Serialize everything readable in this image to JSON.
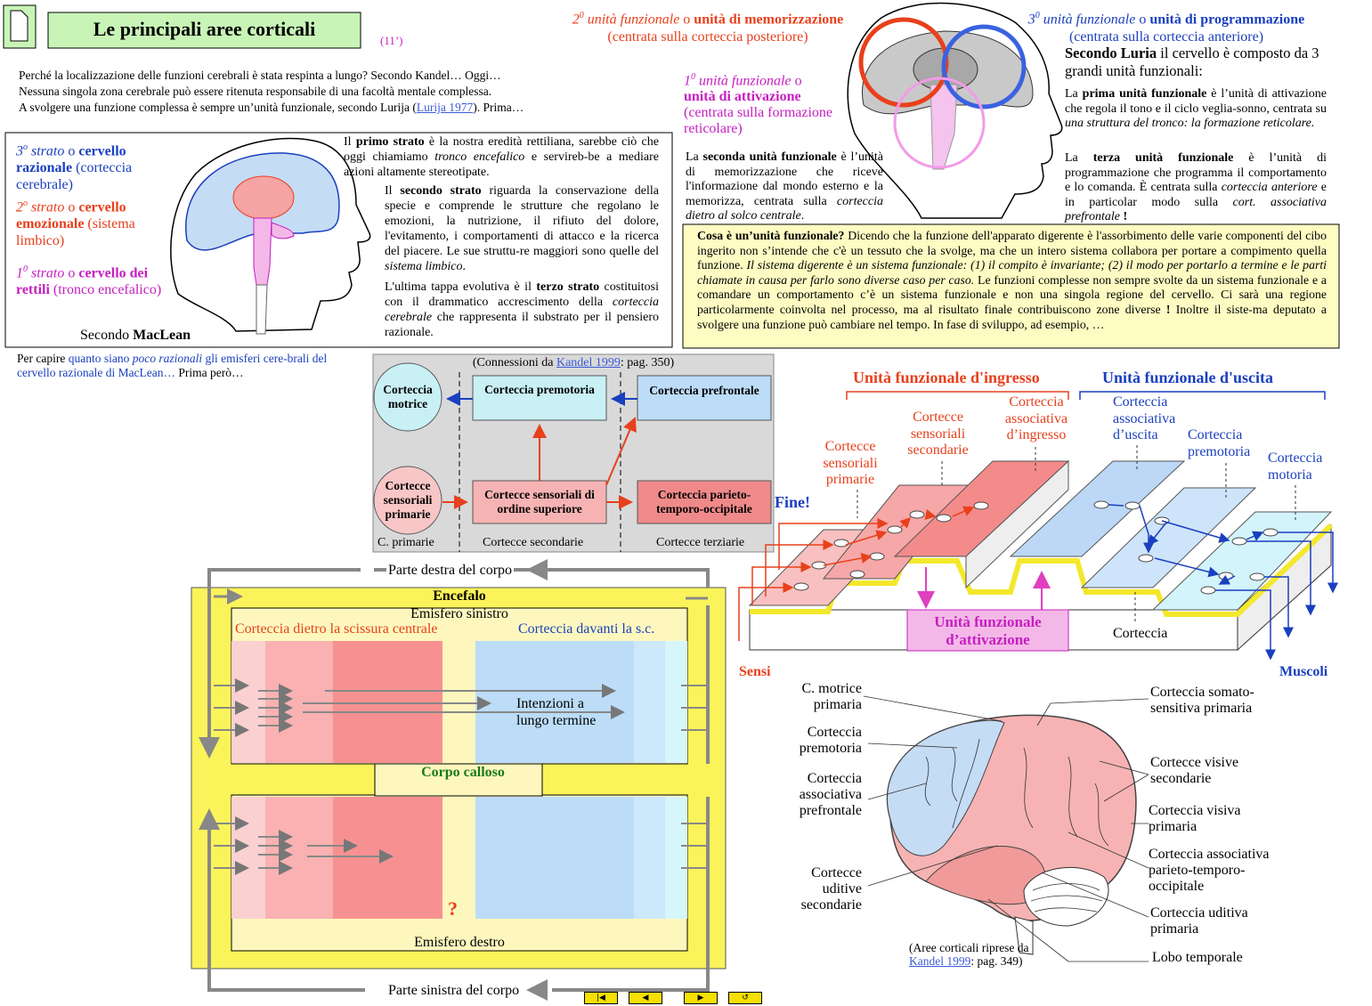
{
  "header": {
    "title": "Le principali aree corticali",
    "duration": "(11’)",
    "intro": [
      "Perché la localizzazione delle funzioni cerebrali è stata respinta a lungo?  Secondo Kandel…    Oggi…",
      "Nessuna singola zona cerebrale può essere ritenuta responsabile di una facoltà mentale complessa.",
      "A svolgere una funzione complessa è sempre un’unità funzionale, secondo Lurija ("
    ],
    "intro_link": "Lurija 1977",
    "intro_tail": ").   Prima…"
  },
  "maclean": {
    "s3_a": "3",
    "s3_b": "o",
    "s3_c": " strato",
    "s3_d": " o ",
    "s3_e": "cervello razionale",
    "s3_f": " (corteccia cerebrale)",
    "s2_a": "2",
    "s2_b": "o",
    "s2_c": " strato",
    "s2_d": " o ",
    "s2_e": "cervello emozionale",
    "s2_f": " (sistema limbico)",
    "s1_a": "1",
    "s1_b": "0",
    "s1_c": " strato",
    "s1_d": " o ",
    "s1_e": "cervello dei rettili",
    "s1_f": " (tronco encefalico)",
    "caption_a": "Secondo ",
    "caption_b": "MacLean",
    "p1_a": "Il ",
    "p1_b": "primo strato",
    "p1_c": " è la nostra eredità rettiliana, sarebbe ciò che oggi chiamiamo ",
    "p1_d": "tronco encefalico",
    "p1_e": "  e servireb-be a mediare azioni altamente stereotipate.",
    "p2_a": "Il ",
    "p2_b": "secondo strato",
    "p2_c": " riguarda la conservazione della specie e comprende le strutture che regolano le emozioni, la nutrizione, il rifiuto del dolore, l'evitamento, i comportamenti di attacco e la ricerca del piacere. Le sue struttu-re maggiori sono quelle del ",
    "p2_d": "sistema limbico",
    "p2_e": ".",
    "p3_a": "L'ultima tappa evolutiva è il ",
    "p3_b": "terzo strato",
    "p3_c": " costituitosi con il drammatico accrescimento della ",
    "p3_d": "corteccia cerebrale",
    "p3_e": " che rappresenta il substrato per il pensiero razionale."
  },
  "below_maclean": {
    "a": "Per capire ",
    "b": "quanto siano ",
    "c": "poco razionali",
    "d": " gli emisferi cere-brali del cervello razionale di MacLean…",
    "e": "  Prima però…"
  },
  "luria": {
    "u2_a": "2",
    "u2_b": "0",
    "u2_c": " unità funzionale",
    "u2_d": " o ",
    "u2_e": "unità di memorizzazione",
    "u2_f": "(centrata sulla corteccia posteriore)",
    "u3_a": "3",
    "u3_b": "0",
    "u3_c": " unità funzionale",
    "u3_d": " o ",
    "u3_e": "unità di programmazione",
    "u3_f": "(centrata sulla corteccia anteriore)",
    "u1_a": "1",
    "u1_b": "0",
    "u1_c": " unità funzionale",
    "u1_d": " o",
    "u1_e": "unità di attivazione",
    "u1_f": "(centrata sulla formazione reticolare)",
    "sec_a": "Secondo Luria",
    "sec_b": " il cervello è composto da 3 grandi unità funzionali:",
    "first_a": "La ",
    "first_b": "prima unità funzionale",
    "first_c": " è l’unità di attivazione che regola il tono e il ciclo veglia-sonno, centrata su ",
    "first_d": "una struttura del tronco: la formazione reticolare.",
    "third_a": "La ",
    "third_b": "terza unità funzionale",
    "third_c": " è l’unità di programmazione che programma il comportamento e lo comanda. È  centrata sulla ",
    "third_d": "corteccia anteriore",
    "third_e": " e in particolar modo sulla ",
    "third_f": "cort. associativa prefrontale",
    "third_g": "  !",
    "second_a": "La ",
    "second_b": "seconda unità funzionale",
    "second_c": " è l’unità di memorizzazione che riceve l'informazione dal mondo esterno e la memorizza,  centrata sulla ",
    "second_d": "corteccia dietro al solco centrale",
    "second_e": "."
  },
  "yellow_note": {
    "q": "Cosa è un’unità funzionale?",
    "t1": " Dicendo che la funzione dell'apparato digerente è l'assorbimento delle varie componenti del cibo ingerito non s’intende che c'è un tessuto che la svolge, ma che un intero sistema collabora per portare a compimento quella funzione. ",
    "t2": "Il sistema digerente è un sistema funzionale: (1) il compito è invariante; (2) il modo per portarlo a termine e le parti chiamate in causa per farlo sono diverse caso per caso.",
    "t3": " Le funzioni complesse non sempre svolte da un sistema funzionale   e a comandare un comportamento c’è un sistema funzionale e non una singola regione del cervello.  Ci  sarà  una  regione particolarmente coinvolta nel processo, ma al risultato finale contribuiscono zone diverse ",
    "t4": "!",
    "t5": " Inoltre il siste-ma deputato a svolgere una funzione può cambiare nel tempo. In fase di sviluppo, ad esempio, …"
  },
  "kandel_diag": {
    "hdr_a": "(Connessioni da ",
    "hdr_link": "Kandel 1999",
    "hdr_b": ": pag. 350)",
    "motor": "Corteccia motrice",
    "premotor": "Corteccia premotoria",
    "prefrontal": "Corteccia prefrontale",
    "primary": "Cortecce sensoriali primarie",
    "higher": "Cortecce sensoriali di ordine superiore",
    "pto": "Corteccia parieto-temporo-occipitale",
    "col1": "C. primarie",
    "col2": "Cortecce secondarie",
    "col3": "Cortecce terziarie"
  },
  "hemi": {
    "top": "Parte destra del corpo",
    "bottom": "Parte sinistra del corpo",
    "encefalo": "Encefalo",
    "left_hemi": "Emisfero sinistro",
    "right_hemi": "Emisfero destro",
    "behind": "Corteccia dietro la scissura centrale",
    "front": "Corteccia davanti la s.c.",
    "intentions": "Intenzioni a lungo termine",
    "corpus": "Corpo calloso",
    "q": "?"
  },
  "units": {
    "in_title": "Unità funzionale d'ingresso",
    "out_title": "Unità funzionale d'uscita",
    "in_prim": "Cortecce sensoriali primarie",
    "in_sec": "Cortecce sensoriali secondarie",
    "in_assoc": "Corteccia associativa d’ingresso",
    "out_assoc": "Corteccia associativa d’uscita",
    "out_pre": "Corteccia premotoria",
    "out_mot": "Corteccia motoria",
    "fine": "Fine!",
    "activation": "Unità funzionale d’attivazione",
    "cortex": "Corteccia",
    "sensi": "Sensi",
    "muscoli": "Muscoli"
  },
  "brain_labels": {
    "l1": "C. motrice primaria",
    "l2": "Corteccia premotoria",
    "l3": "Corteccia associativa prefrontale",
    "l4": "Cortecce uditive secondarie",
    "r1": "Corteccia somato-sensitiva primaria",
    "r2": "Cortecce visive secondarie",
    "r3": "Corteccia visiva primaria",
    "r4": "Corteccia associativa parieto-temporo-occipitale",
    "r5": "Corteccia uditiva primaria",
    "r6": "Lobo temporale",
    "cap_a": "(Aree corticali riprese da",
    "cap_link": "Kandel 1999",
    "cap_b": ": pag. 349)"
  },
  "nav": {
    "first": "|◀",
    "prev": "◀",
    "next": "▶",
    "extra": "↺"
  }
}
